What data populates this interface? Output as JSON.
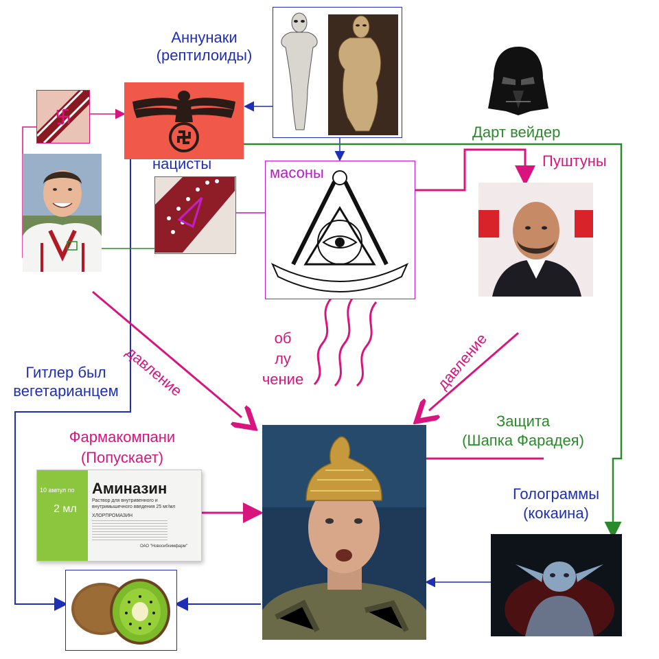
{
  "colors": {
    "blue": "#1f2fb5",
    "pink": "#d8157e",
    "green": "#2a8a2a",
    "purple": "#b71bc7",
    "nazi_red": "#f0584a",
    "kiwi_green": "#7dbb2a",
    "box_green": "#8cc63f"
  },
  "labels": {
    "annunaki": [
      "Аннунаки",
      "(рептилоиды)"
    ],
    "nazis": "нацисты",
    "masons": "масоны",
    "darth_vader": "Дарт вейдер",
    "pushtuns": "Пуштуны",
    "irradiation": [
      "об",
      "лу",
      "чение"
    ],
    "pressure_left": "давление",
    "pressure_right": "давление",
    "hitler": [
      "Гитлер был",
      "вегетарианцем"
    ],
    "pharma": [
      "Фармакомпани",
      "(Попускает)"
    ],
    "protection": [
      "Защита",
      "(Шапка Фарадея)"
    ],
    "holograms": [
      "Голограммы",
      "(кокаина)"
    ]
  },
  "drug_box": {
    "top_left": "10 ампул по",
    "dose": "2 мл",
    "name": "Аминазин",
    "desc": [
      "Раствор для внутривенного и",
      "внутримышечного введения 25 мг/мл"
    ],
    "inn": "ХЛОРПРОМАЗИН",
    "maker": "ОАО \"Новосибхимфарм\""
  },
  "icons": {
    "idols": "clay-idol-figurines-icon",
    "vader": "darth-vader-helmet-icon",
    "nazi": "nazi-eagle-emblem-icon",
    "mason": "masonic-compass-eye-icon",
    "kiwi": "kiwi-fruit-icon",
    "yoda": "yoda-hologram-icon",
    "foil_hat": "tinfoil-hat-man-icon"
  }
}
